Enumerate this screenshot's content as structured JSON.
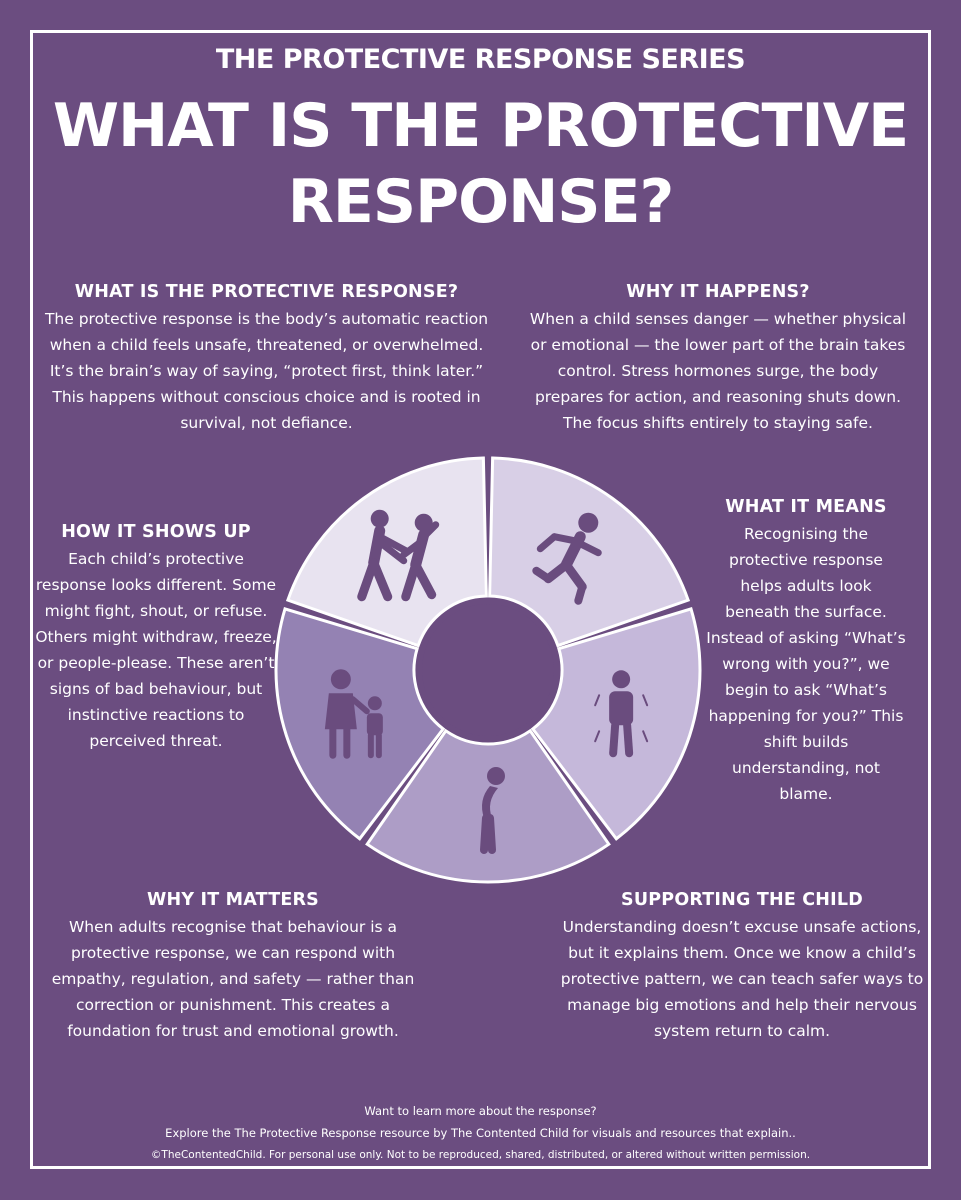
{
  "header": {
    "series": "THE PROTECTIVE RESPONSE SERIES",
    "title_line1": "WHAT IS THE PROTECTIVE",
    "title_line2": "RESPONSE?"
  },
  "sections": {
    "what": {
      "title": "WHAT IS THE PROTECTIVE RESPONSE?",
      "body": "The protective response is the body’s automatic reaction when a child feels unsafe, threatened, or overwhelmed. It’s the brain’s way of saying, “protect first, think later.” This happens without conscious choice and is rooted in survival, not defiance."
    },
    "why": {
      "title": "WHY IT HAPPENS?",
      "body": "When a child senses danger — whether physical or emotional — the lower part of the brain takes control. Stress hormones surge, the body prepares for action, and reasoning shuts down. The focus shifts entirely to staying safe."
    },
    "how": {
      "title": "HOW IT SHOWS UP",
      "body": "Each child’s protective response looks different. Some might fight, shout, or refuse. Others might withdraw, freeze, or people-please. These aren’t signs of bad behaviour, but instinctive reactions to perceived threat."
    },
    "means": {
      "title": "WHAT IT MEANS",
      "body": "Recognising the protective response helps adults look beneath the surface. Instead of asking “What’s wrong with you?”, we begin to ask “What’s happening for you?” This shift builds understanding, not blame."
    },
    "matters": {
      "title": "WHY IT MATTERS",
      "body": "When adults recognise that behaviour is a protective response, we can respond with empathy, regulation, and safety — rather than correction or punishment. This creates a foundation for trust and emotional growth."
    },
    "support": {
      "title": "SUPPORTING THE CHILD",
      "body": "Understanding doesn’t excuse unsafe actions, but it explains them. Once we know a child’s protective pattern, we can teach safer ways to manage big emotions and help their nervous system return to calm."
    }
  },
  "wheel": {
    "segments": [
      {
        "icon": "fight-icon",
        "color": "#e8e3f0"
      },
      {
        "icon": "flight-icon",
        "color": "#d8cfe6"
      },
      {
        "icon": "freeze-icon",
        "color": "#c5b8da"
      },
      {
        "icon": "flop-icon",
        "color": "#ad9dc6"
      },
      {
        "icon": "fawn-icon",
        "color": "#9482b3"
      }
    ],
    "center_color": "#6b4d80",
    "icon_color": "#6a4c7e"
  },
  "footer": {
    "line1": "Want to learn more about the response?",
    "line2": "Explore the The Protective Response resource by The Contented Child for visuals  and resources that explain..",
    "line3": "©TheContentedChild. For personal use only. Not to be reproduced, shared, distributed, or altered without written permission."
  }
}
